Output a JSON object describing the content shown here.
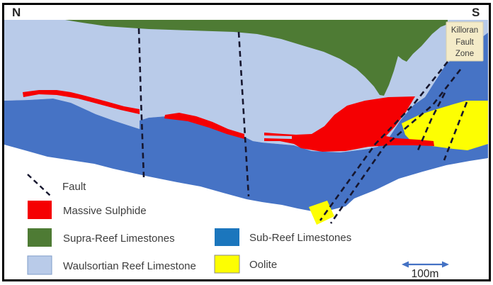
{
  "figure": {
    "type": "geological-cross-section",
    "orientation": {
      "north_label": "N",
      "south_label": "S"
    }
  },
  "annotations": {
    "fault_zone_box": {
      "lines": {
        "0": "Killoran",
        "1": "Fault",
        "2": "Zone"
      },
      "bg_color": "#f4ebc8",
      "border_color": "#d8cfae"
    }
  },
  "section_colors": {
    "waulsortian": "#b9cbe9",
    "sub_reef": "#4673c5",
    "supra_reef": "#4e7b34",
    "massive_sulphide": "#f50002",
    "oolite": "#fdfe02",
    "fault_line": "#16162e",
    "border": "#000000"
  },
  "legend": {
    "fault": {
      "label": "Fault",
      "dash_color": "#16162e"
    },
    "items": [
      {
        "label": "Massive Sulphide",
        "color": "#f50002",
        "border": "#cc0000"
      },
      {
        "label": "Supra-Reef Limestones",
        "color": "#4e7b34",
        "border": "#3e632a"
      },
      {
        "label": "Waulsortian Reef Limestone",
        "color": "#b9cbe9",
        "border": "#7f9cc9"
      },
      {
        "label": "Sub-Reef Limestones",
        "color": "#1b76bd",
        "border": "#15609b"
      },
      {
        "label": "Oolite",
        "color": "#fdfe02",
        "border": "#8a8a8a"
      }
    ]
  },
  "scale_bar": {
    "label": "100m",
    "color": "#4472c4"
  }
}
